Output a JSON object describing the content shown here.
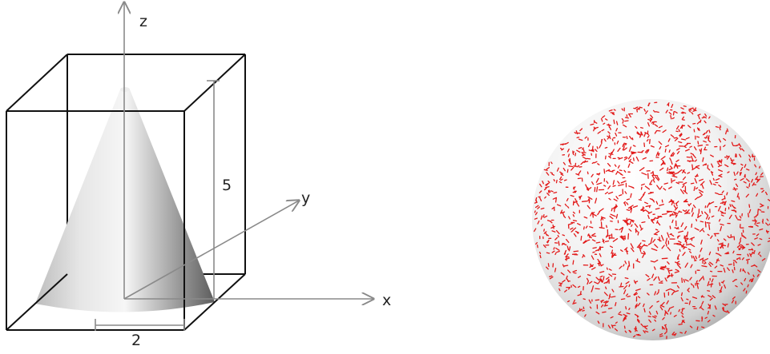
{
  "cone_figure": {
    "axis_labels": {
      "x": "x",
      "y": "y",
      "z": "z"
    },
    "dimensions": {
      "height": "5",
      "radius": "2"
    }
  },
  "sphere_figure": {
    "sphere_color": "#f2f2f2",
    "particle_color": "#e21a1a",
    "particle_count": 1400
  },
  "colors": {
    "axis": "#8a8a8a",
    "box": "#111111",
    "cone": "#d9d9d9"
  }
}
